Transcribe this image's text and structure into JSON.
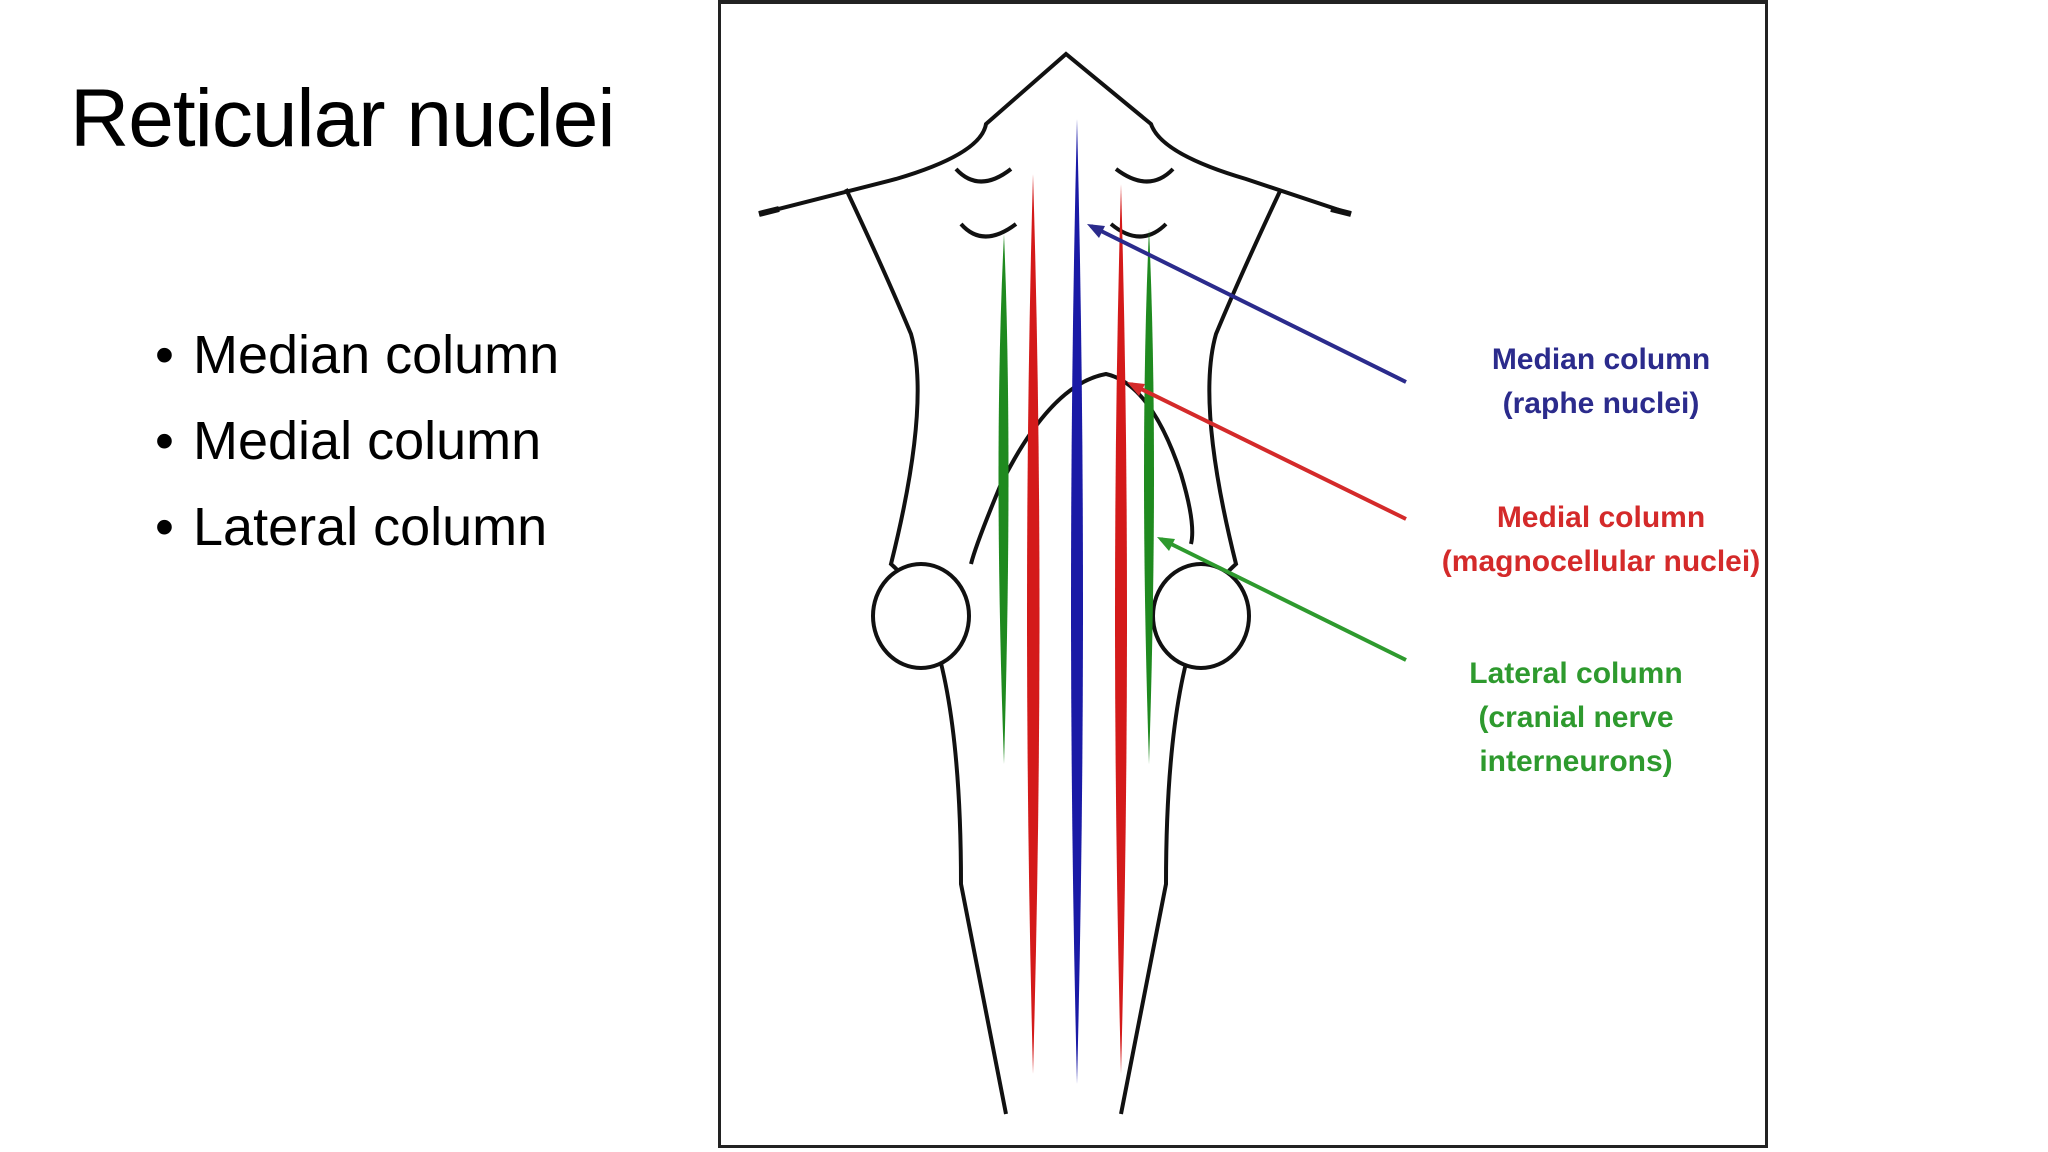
{
  "slide": {
    "title": "Reticular nuclei",
    "bullets": [
      "Median column",
      "Medial column",
      "Lateral column"
    ]
  },
  "diagram": {
    "labels": {
      "median": {
        "line1": "Median column",
        "line2": "(raphe nuclei)",
        "color": "#2b2b8c"
      },
      "medial": {
        "line1": "Medial column",
        "line2": "(magnocellular nuclei)",
        "color": "#d42a2a"
      },
      "lateral": {
        "line1": "Lateral column",
        "line2": "(cranial nerve",
        "line3": "interneurons)",
        "color": "#2e9a2e"
      }
    },
    "colors": {
      "median": "#1a1aa6",
      "medial": "#d41a1a",
      "lateral": "#1f8a1f",
      "outline": "#111111"
    }
  }
}
